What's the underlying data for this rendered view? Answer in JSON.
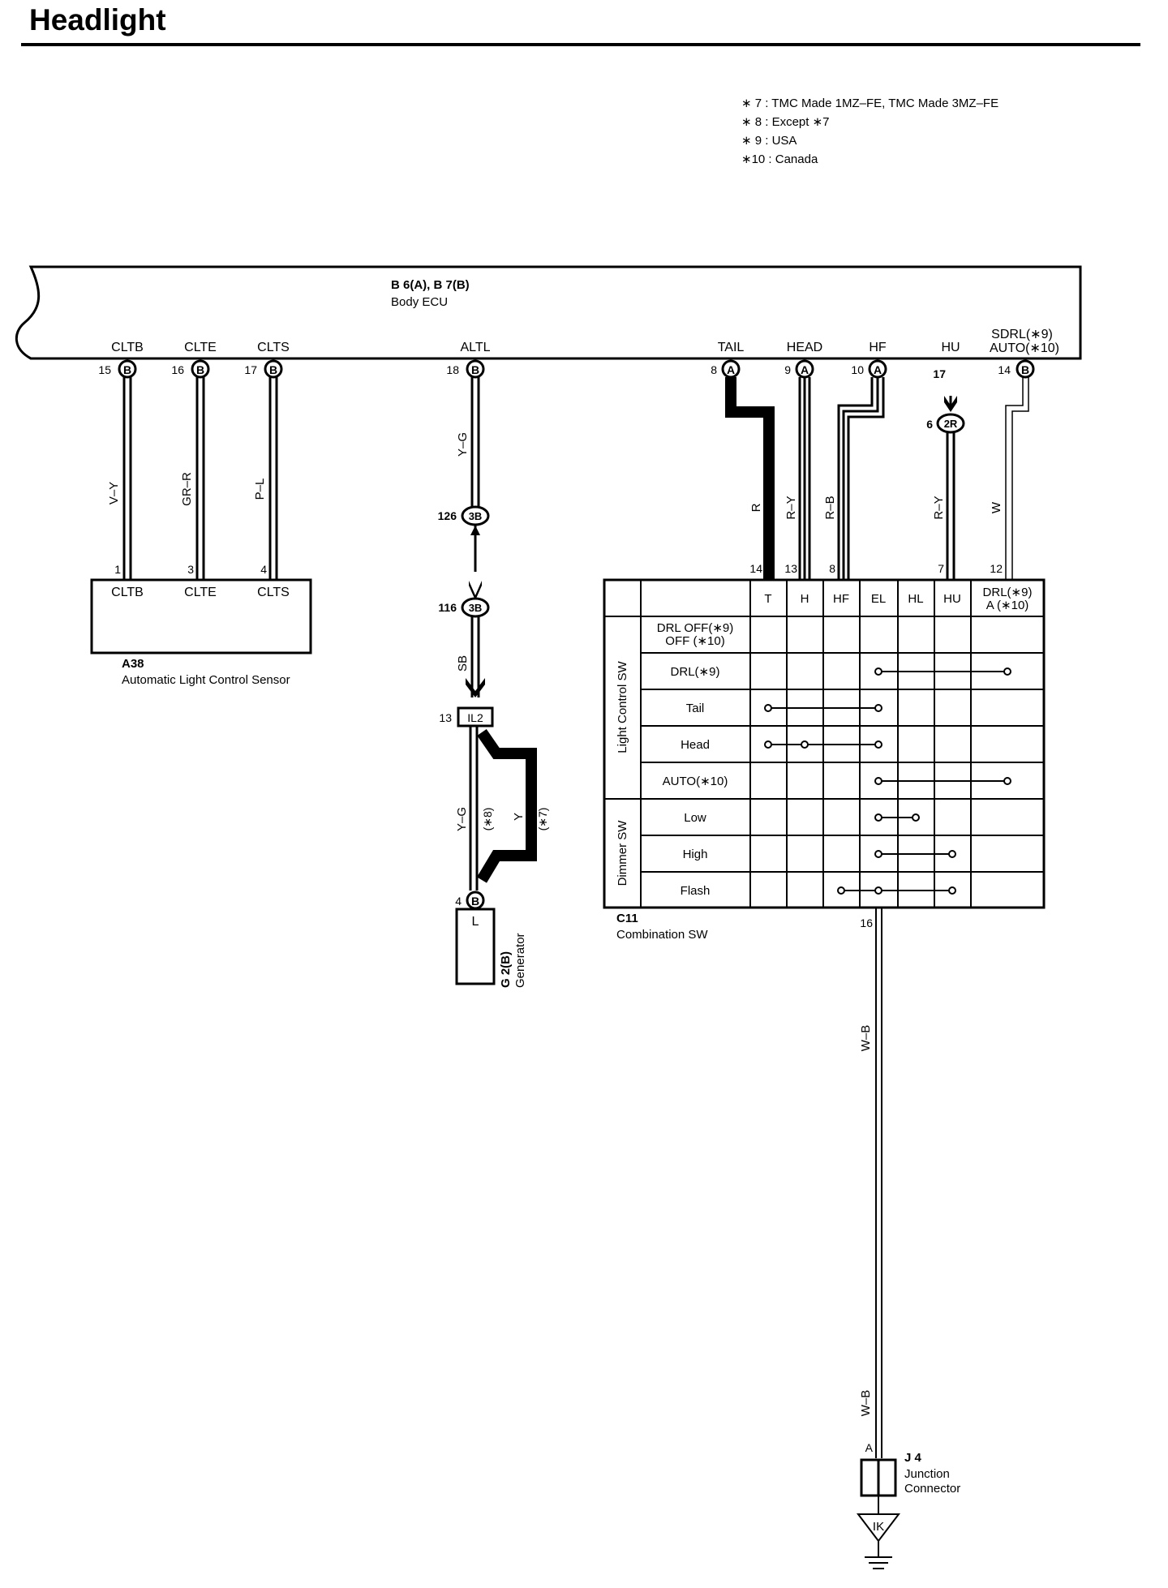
{
  "title": "Headlight",
  "notes": [
    "∗ 7 : TMC Made 1MZ–FE,  TMC Made 3MZ–FE",
    "∗ 8 : Except ∗7",
    "∗ 9 : USA",
    "∗10 : Canada"
  ],
  "ecu": {
    "ref": "B 6(A), B 7(B)",
    "name": "Body ECU",
    "terminals": [
      {
        "label": "CLTB",
        "pin": "15",
        "conn": "B"
      },
      {
        "label": "CLTE",
        "pin": "16",
        "conn": "B"
      },
      {
        "label": "CLTS",
        "pin": "17",
        "conn": "B"
      },
      {
        "label": "ALTL",
        "pin": "18",
        "conn": "B"
      },
      {
        "label": "TAIL",
        "pin": "8",
        "conn": "A"
      },
      {
        "label": "HEAD",
        "pin": "9",
        "conn": "A"
      },
      {
        "label": "HF",
        "pin": "10",
        "conn": "A"
      },
      {
        "label": "HU",
        "pin": "17",
        "conn": ""
      },
      {
        "label": "SDRL(∗9)",
        "label2": "AUTO(∗10)",
        "pin": "14",
        "conn": "B"
      }
    ]
  },
  "wires": {
    "clt": [
      "V–Y",
      "GR–R",
      "P–L"
    ],
    "altl_upper": "Y–G",
    "altl_sb": "SB",
    "altl_lower": "Y–G",
    "altl_y": "Y",
    "note8": "(∗8)",
    "note7": "(∗7)",
    "tail": "R",
    "head": "R–Y",
    "hf": "R–B",
    "hu": "R–Y",
    "sdrl": "W",
    "ground_upper": "W–B",
    "ground_lower": "W–B"
  },
  "connectors": {
    "c126": {
      "pin": "126",
      "label": "3B"
    },
    "c116": {
      "pin": "116",
      "label": "3B"
    },
    "il2": {
      "pin": "13",
      "label": "IL2"
    },
    "hu2r": {
      "pin": "6",
      "label": "2R"
    },
    "gen_pin": {
      "pin": "4",
      "label": "B"
    }
  },
  "sensor": {
    "ref": "A38",
    "name": "Automatic Light Control Sensor",
    "pins": [
      "1",
      "3",
      "4"
    ],
    "terms": [
      "CLTB",
      "CLTE",
      "CLTS"
    ]
  },
  "generator": {
    "ref": "G 2(B)",
    "name": "Generator",
    "term": "L"
  },
  "combo_switch": {
    "ref": "C11",
    "name": "Combination SW",
    "pins": [
      "14",
      "13",
      "8",
      "7",
      "12"
    ],
    "ground_pin": "16",
    "columns": [
      "T",
      "H",
      "HF",
      "EL",
      "HL",
      "HU",
      "DRL(∗9)",
      "A (∗10)"
    ],
    "group_light": "Light Control SW",
    "group_dimmer": "Dimmer SW",
    "rows": [
      "DRL OFF(∗9)",
      "OFF  (∗10)",
      "DRL(∗9)",
      "Tail",
      "Head",
      "AUTO(∗10)",
      "Low",
      "High",
      "Flash"
    ]
  },
  "junction": {
    "pin": "A",
    "ref": "J 4",
    "name1": "Junction",
    "name2": "Connector"
  },
  "ground": {
    "label": "IK"
  }
}
